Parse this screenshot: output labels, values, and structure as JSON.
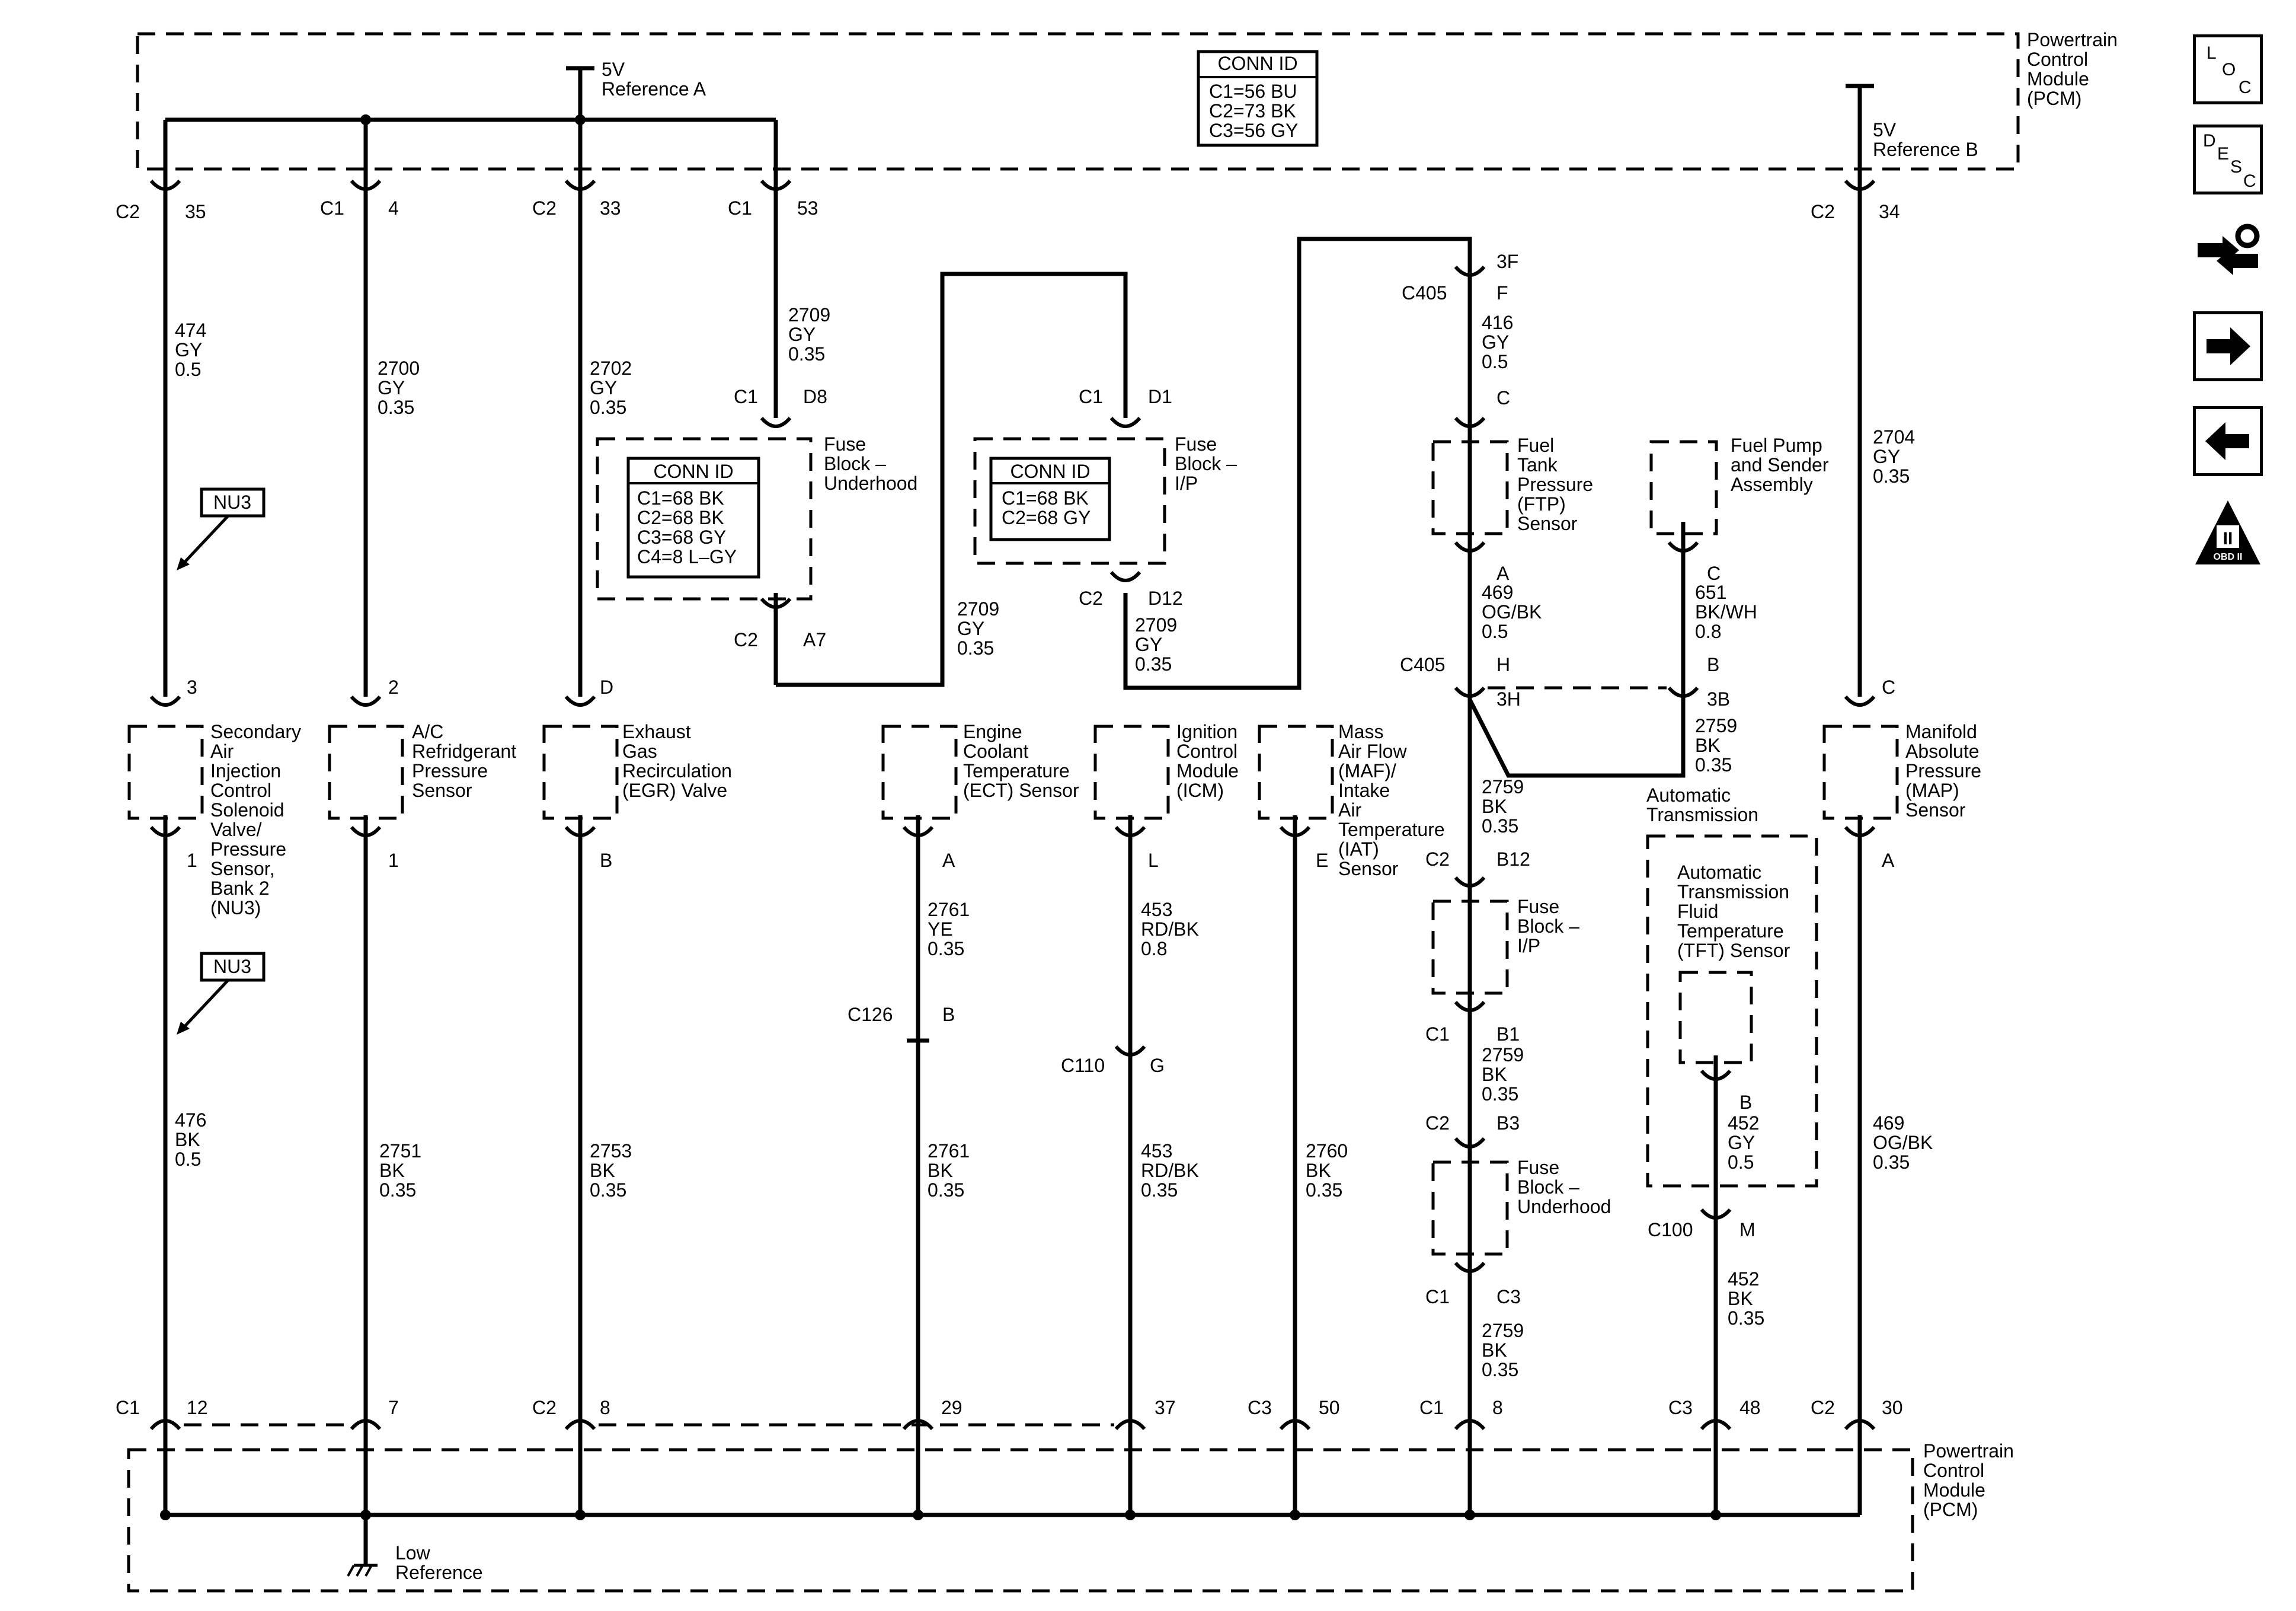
{
  "colors": {
    "line": "#000000",
    "background": "#ffffff"
  },
  "pcm": {
    "name": "Powertrain\nControl\nModule\n(PCM)",
    "ref_a": "5V\nReference A",
    "ref_b": "5V\nReference B",
    "low_ref": "Low\nReference"
  },
  "conn_id": {
    "pcm": {
      "title": "CONN ID",
      "lines": [
        "C1=56 BU",
        "C2=73 BK",
        "C3=56 GY"
      ]
    },
    "underhood": {
      "title": "CONN ID",
      "lines": [
        "C1=68 BK",
        "C2=68 BK",
        "C3=68 GY",
        "C4=8 L–GY"
      ]
    },
    "ip": {
      "title": "CONN ID",
      "lines": [
        "C1=68 BK",
        "C2=68 GY"
      ]
    }
  },
  "pins": {
    "top": [
      {
        "conn": "C2",
        "pin": "35"
      },
      {
        "conn": "C1",
        "pin": "4"
      },
      {
        "conn": "C2",
        "pin": "33"
      },
      {
        "conn": "C1",
        "pin": "53"
      },
      {
        "conn": "C2",
        "pin": "34"
      }
    ],
    "bottom": [
      {
        "conn": "C1",
        "pin": "12"
      },
      {
        "conn": "",
        "pin": "7"
      },
      {
        "conn": "C2",
        "pin": "8"
      },
      {
        "conn": "",
        "pin": "29"
      },
      {
        "conn": "",
        "pin": "37"
      },
      {
        "conn": "C3",
        "pin": "50"
      },
      {
        "conn": "C1",
        "pin": "8"
      },
      {
        "conn": "C3",
        "pin": "48"
      },
      {
        "conn": "C2",
        "pin": "30"
      }
    ]
  },
  "wires": {
    "w474": "474\nGY\n0.5",
    "w2700": "2700\nGY\n0.35",
    "w2702": "2702\nGY\n0.35",
    "w2709_a": "2709\nGY\n0.35",
    "w2709_b": "2709\nGY\n0.35",
    "w2709_c": "2709\nGY\n0.35",
    "w416": "416\nGY\n0.5",
    "w469_a": "469\nOG/BK\n0.5",
    "w651": "651\nBK/WH\n0.8",
    "w2759_a": "2759\nBK\n0.35",
    "w2759_b": "2759\nBK\n0.35",
    "w2759_c": "2759\nBK\n0.35",
    "w2759_d": "2759\nBK\n0.35",
    "w2704": "2704\nGY\n0.35",
    "w476": "476\nBK\n0.5",
    "w2751": "2751\nBK\n0.35",
    "w2753": "2753\nBK\n0.35",
    "w2761_a": "2761\nYE\n0.35",
    "w2761_b": "2761\nBK\n0.35",
    "w453_a": "453\nRD/BK\n0.8",
    "w453_b": "453\nRD/BK\n0.35",
    "w2760": "2760\nBK\n0.35",
    "w452_a": "452\nGY\n0.5",
    "w452_b": "452\nBK\n0.35",
    "w469_b": "469\nOG/BK\n0.35"
  },
  "fuse_blocks": {
    "underhood_top": "Fuse\nBlock –\nUnderhood",
    "ip_top": "Fuse\nBlock –\nI/P",
    "ip_mid": "Fuse\nBlock –\nI/P",
    "underhood_low": "Fuse\nBlock –\nUnderhood"
  },
  "components": {
    "air": "Secondary\nAir\nInjection\nControl\nSolenoid\nValve/\nPressure\nSensor,\nBank 2\n(NU3)",
    "ac": "A/C\nRefridgerant\nPressure\nSensor",
    "egr": "Exhaust\nGas\nRecirculation\n(EGR) Valve",
    "ect": "Engine\nCoolant\nTemperature\n(ECT) Sensor",
    "icm": "Ignition\nControl\nModule\n(ICM)",
    "maf": "Mass\nAir Flow\n(MAF)/\nIntake\nAir\nTemperature\n(IAT)\nSensor",
    "ftp": "Fuel\nTank\nPressure\n(FTP)\nSensor",
    "fuel_pump": "Fuel Pump\nand Sender\nAssembly",
    "map": "Manifold\nAbsolute\nPressure\n(MAP)\nSensor",
    "trans": "Automatic\nTransmission",
    "tft": "Automatic\nTransmission\nFluid\nTemperature\n(TFT) Sensor"
  },
  "option_tag": "NU3",
  "labels": {
    "c1_d8": "C1",
    "d8": "D8",
    "c2_a7": "C2",
    "a7": "A7",
    "c1_d1": "C1",
    "d1": "D1",
    "c2_d12": "C2",
    "d12": "D12",
    "c405_top": "C405",
    "pin_3f": "3F",
    "pin_f": "F",
    "pin_c_ftp": "C",
    "pin_a_ftp": "A",
    "pin_c_fp": "C",
    "c405_mid": "C405",
    "pin_h": "H",
    "pin_3h": "3H",
    "pin_b": "B",
    "pin_3b": "3B",
    "c2_b12": "C2",
    "b12": "B12",
    "c1_b1": "C1",
    "b1": "B1",
    "c2_b3": "C2",
    "b3": "B3",
    "c1_c3": "C1",
    "c3": "C3",
    "c126": "C126",
    "c126_pin": "B",
    "c110": "C110",
    "c110_pin": "G",
    "c100": "C100",
    "c100_pin": "M",
    "tft_pin": "B",
    "air_top": "3",
    "air_bot": "1",
    "ac_top": "2",
    "ac_bot": "1",
    "egr_top": "D",
    "egr_bot": "B",
    "ect_bot": "A",
    "icm_bot": "L",
    "maf_bot": "E",
    "map_top": "C",
    "map_bot": "A"
  },
  "sidebar": [
    {
      "name": "loc-button",
      "icon": "loc-icon",
      "text": [
        "L",
        "O",
        "C"
      ]
    },
    {
      "name": "desc-button",
      "icon": "desc-icon",
      "text": [
        "D",
        "E",
        "S",
        "C"
      ]
    },
    {
      "name": "repair-button",
      "icon": "repair-icon",
      "text": []
    },
    {
      "name": "next-button",
      "icon": "arrow-right-icon",
      "text": []
    },
    {
      "name": "prev-button",
      "icon": "arrow-left-icon",
      "text": []
    },
    {
      "name": "obd-button",
      "icon": "obd-ii-icon",
      "text": [
        "II",
        "OBD II"
      ]
    }
  ]
}
